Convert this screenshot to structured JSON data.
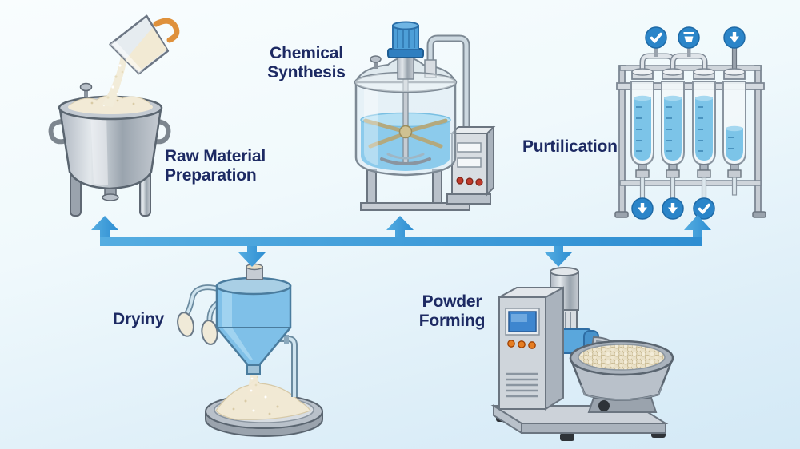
{
  "diagram": {
    "type": "process-flow",
    "stages": [
      {
        "id": "raw-material-preparation",
        "label": "Raw Material\nPreparation",
        "row": "top",
        "illustration": "mixing-pot-with-pouring-cup"
      },
      {
        "id": "chemical-synthesis",
        "label": "Chemical\nSynthesis",
        "row": "top",
        "illustration": "stirred-glass-reactor"
      },
      {
        "id": "purification",
        "label": "Purtilication",
        "row": "top",
        "illustration": "purification-columns-rack"
      },
      {
        "id": "drying",
        "label": "Dryiny",
        "row": "bottom",
        "illustration": "spray-dryer-hopper"
      },
      {
        "id": "powder-forming",
        "label": "Powder\nForming",
        "row": "bottom",
        "illustration": "granulator-with-pellet-bowl"
      }
    ],
    "flow_line": {
      "direction": "left-to-right",
      "arrows": [
        {
          "points_to": "raw-material-preparation",
          "direction": "up"
        },
        {
          "points_to": "drying",
          "direction": "down"
        },
        {
          "points_to": "chemical-synthesis",
          "direction": "up"
        },
        {
          "points_to": "powder-forming",
          "direction": "down"
        },
        {
          "points_to": "purification",
          "direction": "up"
        }
      ]
    },
    "purification_badges_top": [
      "check",
      "tray",
      "down-arrow"
    ],
    "purification_badges_bottom": [
      "down-arrow",
      "down-arrow",
      "check"
    ],
    "colors": {
      "background_top": "#f9fdfe",
      "background_bottom": "#d3e9f6",
      "label_text": "#1d2a63",
      "flow_arrow_light": "#55ade1",
      "flow_arrow_dark": "#2e8ed2",
      "badge_blue": "#2b85c9",
      "liquid_blue": "#7cc4e8",
      "hopper_blue": "#7fc0e8",
      "powder_cream": "#f1e9d4",
      "machine_gray": "#c6ccd3",
      "cup_handle_orange": "#df913c"
    }
  }
}
